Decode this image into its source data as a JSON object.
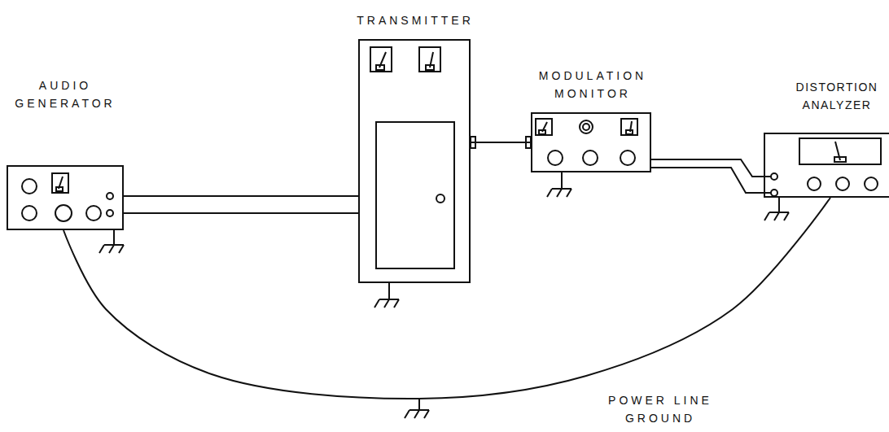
{
  "diagram": {
    "nodes": [
      {
        "text": [
          "AUDIO GENERATOR"
        ]
      },
      {
        "text": [
          "TRANSMITTER"
        ]
      },
      {
        "text": [
          "MODULATION MONITOR"
        ]
      },
      {
        "text": [
          "DISTORTION ANALYZER"
        ]
      }
    ],
    "edges": [
      {
        "from": 0,
        "to": 1,
        "arrow": "none"
      },
      {
        "from": 1,
        "to": 2,
        "arrow": "none"
      },
      {
        "from": 2,
        "to": 3,
        "arrow": "none"
      },
      {
        "from": 0,
        "to": 3,
        "arrow": "none"
      }
    ],
    "labels": [
      "POWER LINE GROUND"
    ]
  }
}
